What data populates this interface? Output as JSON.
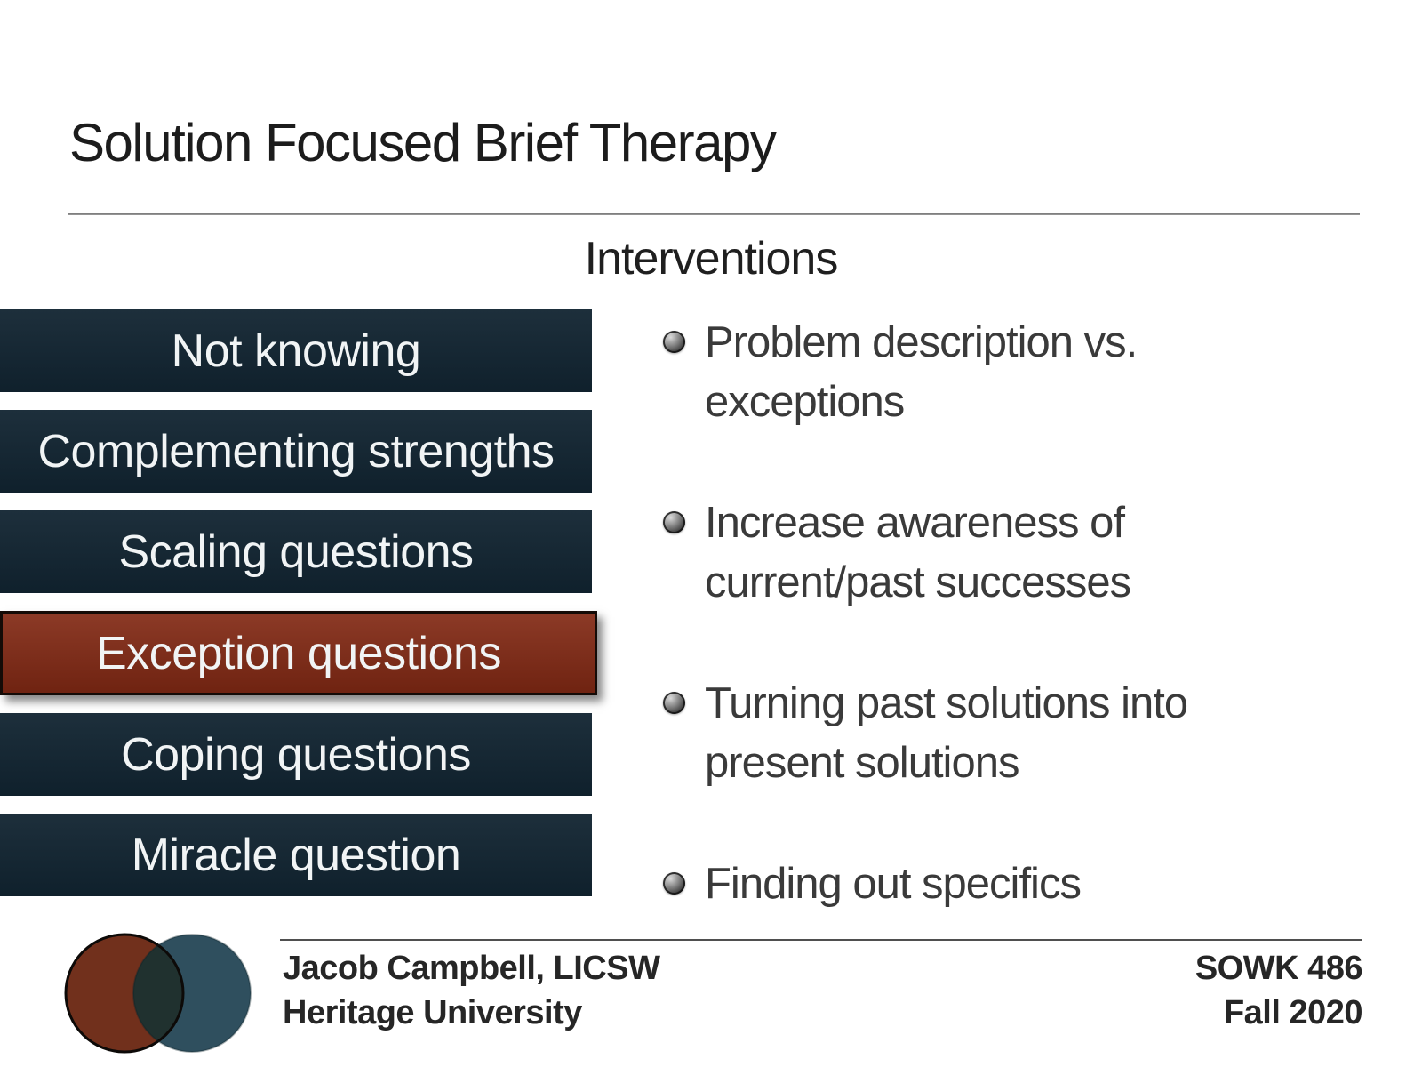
{
  "slide": {
    "title": "Solution Focused Brief Therapy",
    "section_heading": "Interventions",
    "technique_boxes": [
      {
        "label": "Not knowing",
        "highlighted": false
      },
      {
        "label": "Complementing strengths",
        "highlighted": false
      },
      {
        "label": "Scaling questions",
        "highlighted": false
      },
      {
        "label": "Exception questions",
        "highlighted": true
      },
      {
        "label": "Coping questions",
        "highlighted": false
      },
      {
        "label": "Miracle question",
        "highlighted": false
      }
    ],
    "bullets": [
      {
        "text": "Problem description vs.\nexceptions"
      },
      {
        "text": "Increase awareness of\ncurrent/past successes"
      },
      {
        "text": "Turning past solutions into\npresent solutions"
      },
      {
        "text": "Finding out specifics"
      }
    ],
    "footer": {
      "author": "Jacob Campbell, LICSW",
      "institution": "Heritage University",
      "course": "SOWK 486",
      "term": "Fall 2020"
    },
    "colors": {
      "box_dark": "#112431",
      "box_highlight": "#822914",
      "body_text": "#3a3a3a",
      "venn_left": "#71301c",
      "venn_right": "#2f4f5e",
      "venn_overlap": "#20312f",
      "venn_outline": "#0d0a08"
    }
  }
}
